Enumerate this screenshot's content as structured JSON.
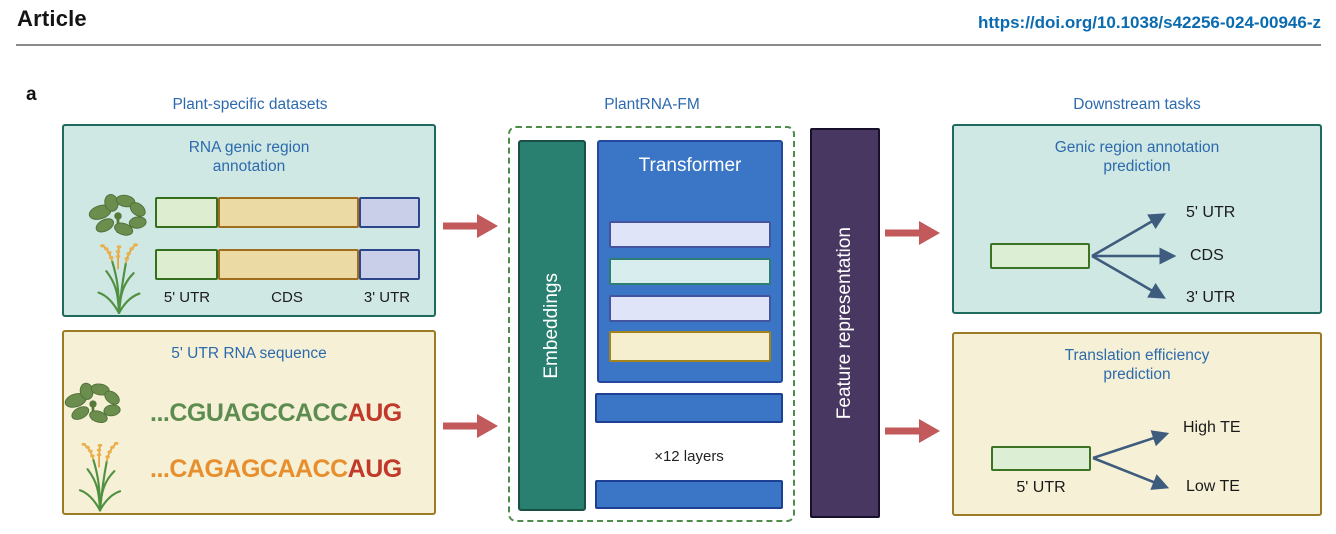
{
  "header": {
    "article_label": "Article",
    "doi_link": "https://doi.org/10.1038/s42256-024-00946-z"
  },
  "figure_label": "a",
  "section_titles": {
    "left": "Plant-specific datasets",
    "center": "PlantRNA-FM",
    "right": "Downstream tasks"
  },
  "genic_dataset_box": {
    "title": "RNA genic region annotation",
    "plants": [
      "arabidopsis",
      "rice"
    ],
    "segment_labels": [
      "5' UTR",
      "CDS",
      "3' UTR"
    ]
  },
  "utr_dataset_box": {
    "title": "5' UTR RNA sequence",
    "sequences": [
      {
        "plant": "arabidopsis",
        "utr": "...CGUAGCCACC",
        "start_codon": "AUG",
        "utr_color": "#5d8c50"
      },
      {
        "plant": "rice",
        "utr": "...CAGAGCAACC",
        "start_codon": "AUG",
        "utr_color": "#e78f2e"
      }
    ],
    "start_codon_color": "#c0392b"
  },
  "model": {
    "embeddings_label": "Embeddings",
    "transformer_label": "Transformer",
    "layers_note": "×12 layers",
    "feature_label": "Feature representation"
  },
  "genic_prediction_box": {
    "title": "Genic region annotation prediction",
    "outputs": [
      "5' UTR",
      "CDS",
      "3' UTR"
    ]
  },
  "te_prediction_box": {
    "title": "Translation efficiency prediction",
    "input_label": "5' UTR",
    "outputs": [
      "High TE",
      "Low TE"
    ]
  },
  "colors": {
    "title_blue": "#2d6aad",
    "doi_blue": "#0a6bb0",
    "teal_box_fill": "#cfe8e3",
    "teal_box_border": "#1f6a5e",
    "yellow_box_fill": "#f6f1d6",
    "yellow_box_border": "#9c7b26",
    "embeddings_teal": "#2a8070",
    "transformer_blue": "#3a76c5",
    "feature_purple": "#473761",
    "arrow_red": "#c2595a",
    "arrow_slate": "#3e5c7e"
  }
}
